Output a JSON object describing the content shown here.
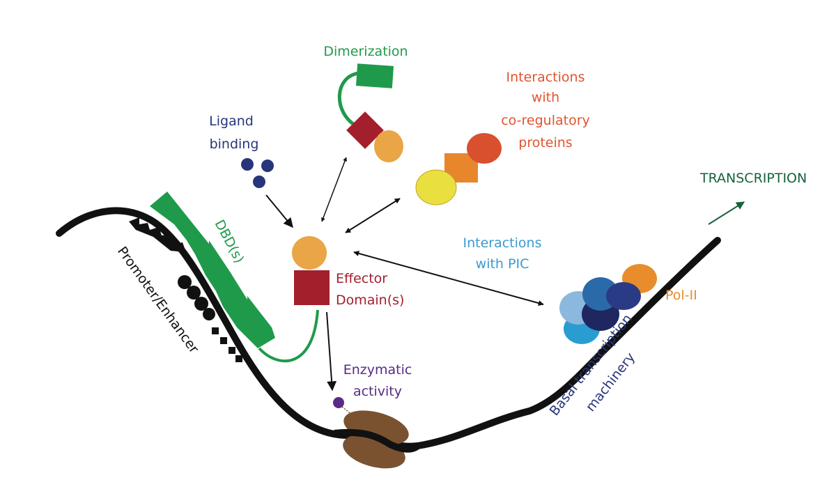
{
  "labels": {
    "dimerization": "Dimerization",
    "coregulatory": [
      "Interactions",
      "with",
      "co-regulatory",
      "proteins"
    ],
    "ligand": [
      "Ligand",
      "binding"
    ],
    "dbd": "DBD(s)",
    "promoter": "Promoter/Enhancer",
    "effector": [
      "Effector",
      "Domain(s)"
    ],
    "pic": [
      "Interactions",
      "with PIC"
    ],
    "enzymatic": [
      "Enzymatic",
      "activity"
    ],
    "polii": "Pol-II",
    "basal": [
      "Basal transcription",
      "machinery"
    ],
    "transcription": "TRANSCRIPTION"
  },
  "colors": {
    "dna": "#111111",
    "dbd_green": "#1f9a4a",
    "effector_red": "#a31f2c",
    "effector_orange": "#e9a546",
    "ligand_blue": "#27357a",
    "coreg_red": "#d9502e",
    "coreg_orange": "#e8862e",
    "coreg_yellow": "#e9e040",
    "enzyme_purple": "#5a2a85",
    "nucleosome_brown": "#7a5230",
    "pic_lightblue": "#8bb8dc",
    "pic_cyan": "#2a9dd0",
    "pic_blue": "#2a6aa8",
    "pic_navy": "#1f2660",
    "pic_indigo": "#2b3a85",
    "polii_orange": "#e88c2c",
    "transcription_green": "#17623a"
  }
}
